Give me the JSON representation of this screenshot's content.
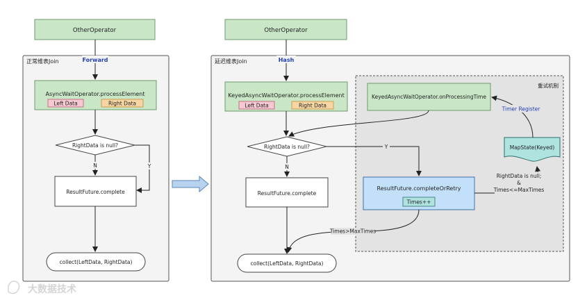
{
  "left": {
    "other_operator": "OtherOperator",
    "edge_label": "Forward",
    "container_title": "正常维表Join",
    "process_title": "AsyncWaitOperator.processElement",
    "left_data": "Left Data",
    "right_data": "Right Data",
    "decision": "RightData is null?",
    "yes_label": "Y",
    "no_label": "N",
    "complete": "ResultFuture.complete",
    "collect": "collect(LeftData, RightData)"
  },
  "right": {
    "other_operator": "OtherOperator",
    "edge_label": "Hash",
    "container_title": "延迟维表Join",
    "process_title": "KeyedAsyncWaitOperator.processElement",
    "left_data": "Left Data",
    "right_data": "Right Data",
    "decision": "RightData is null?",
    "yes_label": "Y",
    "no_label": "N",
    "complete": "ResultFuture.complete",
    "collect": "collect(LeftData, RightData)",
    "retry_region_title": "重试机制",
    "on_processing_time": "KeyedAsyncWaitOperator.onProcessingTime",
    "timer_register": "Timer Register",
    "map_state": "MapState(Keyed)",
    "complete_or_retry": "ResultFuture.completeOrRetry",
    "times_inc": "Times++",
    "retry_cond_line1": "RightData is null;",
    "retry_cond_line2": "&",
    "retry_cond_line3": "Times<=MaxTimes",
    "max_times_label": "Times>MaxTimes"
  },
  "watermark": "大数据技术",
  "colors": {
    "green_fill": "#c9e7c6",
    "green_stroke": "#6f9a6c",
    "pink_fill": "#f6c8d2",
    "orange_fill": "#f7d6a4",
    "blue_fill": "#c3e0fb",
    "teal_fill": "#aee3df",
    "container_fill": "#f4f4f4",
    "retry_fill": "#e3e3e3",
    "edge_label": "#1f3fb6",
    "big_arrow": "#b8d3ef"
  }
}
